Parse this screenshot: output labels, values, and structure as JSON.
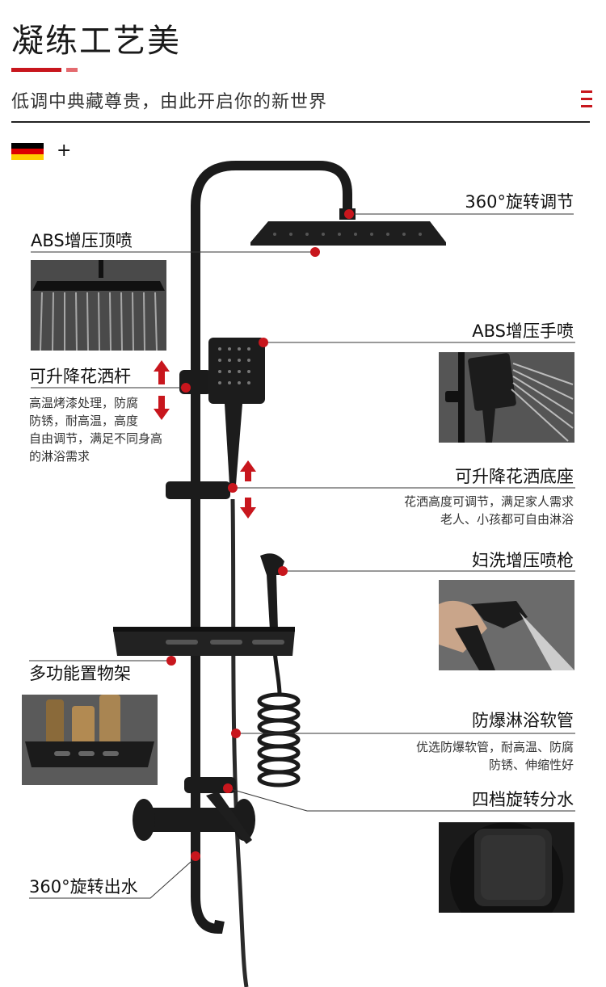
{
  "header": {
    "title": "凝练工艺美",
    "subtitle": "低调中典藏尊贵，由此开启你的新世界",
    "flag_plus": "+"
  },
  "features": {
    "rotation_360": {
      "label": "360°旋转调节"
    },
    "abs_top_spray": {
      "label": "ABS增压顶喷"
    },
    "abs_hand_spray": {
      "label": "ABS增压手喷"
    },
    "lift_rod": {
      "label": "可升降花洒杆",
      "desc": [
        "高温烤漆处理，防腐",
        "防锈，耐高温，高度",
        "自由调节，满足不同身高",
        "的淋浴需求"
      ]
    },
    "lift_base": {
      "label": "可升降花洒底座",
      "desc": [
        "花洒高度可调节，满足家人需求",
        "老人、小孩都可自由淋浴"
      ]
    },
    "bidet_sprayer": {
      "label": "妇洗增压喷枪"
    },
    "shelf": {
      "label": "多功能置物架"
    },
    "hose": {
      "label": "防爆淋浴软管",
      "desc": [
        "优选防爆软管，耐高温、防腐",
        "防锈、伸缩性好"
      ]
    },
    "diverter": {
      "label": "四档旋转分水"
    },
    "spout": {
      "label": "360°旋转出水"
    }
  },
  "colors": {
    "accent": "#c8161d",
    "fixture": "#1b1b1b",
    "flag": [
      "#000000",
      "#dd0000",
      "#ffce00"
    ]
  },
  "icons": {
    "flag": "germany-flag-icon",
    "arrow_up": "arrow-up-icon",
    "arrow_down": "arrow-down-icon"
  }
}
